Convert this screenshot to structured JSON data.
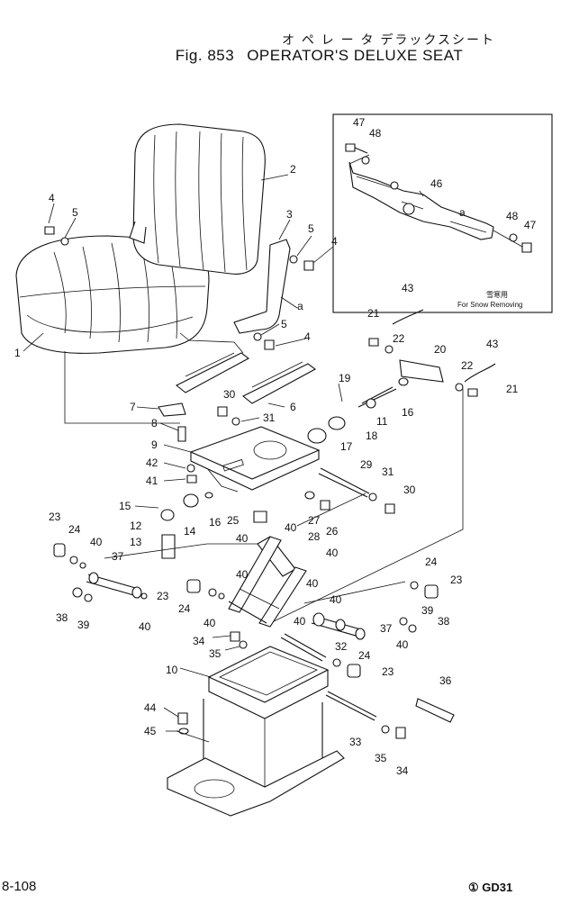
{
  "header": {
    "japanese_title": "オ ペ レ ー タ デラックスシート",
    "fig_label": "Fig. 853",
    "title": "OPERATOR'S DELUXE SEAT"
  },
  "inset_note": {
    "jp": "雪寒用",
    "en": "For Snow Removing"
  },
  "inset_marker": "a",
  "callouts": {
    "c1": "1",
    "c2": "2",
    "c3": "3",
    "c4a": "4",
    "c5a": "5",
    "c4b": "4",
    "c5b": "5",
    "c5c": "5",
    "c4c": "4",
    "c6": "6",
    "c7": "7",
    "c8": "8",
    "c9": "9",
    "c10": "10",
    "c11": "11",
    "c12": "12",
    "c13": "13",
    "c14": "14",
    "c15": "15",
    "c16a": "16",
    "c16b": "16",
    "c17": "17",
    "c18": "18",
    "c19": "19",
    "c20": "20",
    "c21a": "21",
    "c21b": "21",
    "c22a": "22",
    "c22b": "22",
    "c23a": "23",
    "c23b": "23",
    "c23c": "23",
    "c23d": "23",
    "c24a": "24",
    "c24b": "24",
    "c24c": "24",
    "c24d": "24",
    "c25": "25",
    "c26": "26",
    "c27": "27",
    "c28": "28",
    "c29": "29",
    "c30a": "30",
    "c30b": "30",
    "c31a": "31",
    "c31b": "31",
    "c32": "32",
    "c33": "33",
    "c34a": "34",
    "c34b": "34",
    "c35a": "35",
    "c35b": "35",
    "c36": "36",
    "c37a": "37",
    "c37b": "37",
    "c38a": "38",
    "c38b": "38",
    "c39a": "39",
    "c39b": "39",
    "c40a": "40",
    "c40b": "40",
    "c40c": "40",
    "c40d": "40",
    "c40e": "40",
    "c40f": "40",
    "c40g": "40",
    "c40h": "40",
    "c40i": "40",
    "c40j": "40",
    "c40k": "40",
    "c41": "41",
    "c42": "42",
    "c43a": "43",
    "c43b": "43",
    "c44": "44",
    "c45": "45",
    "c46": "46",
    "c47a": "47",
    "c47b": "47",
    "c48a": "48",
    "c48b": "48",
    "ca": "a"
  },
  "footer": {
    "page_number": "8-108",
    "model": "GD31"
  }
}
